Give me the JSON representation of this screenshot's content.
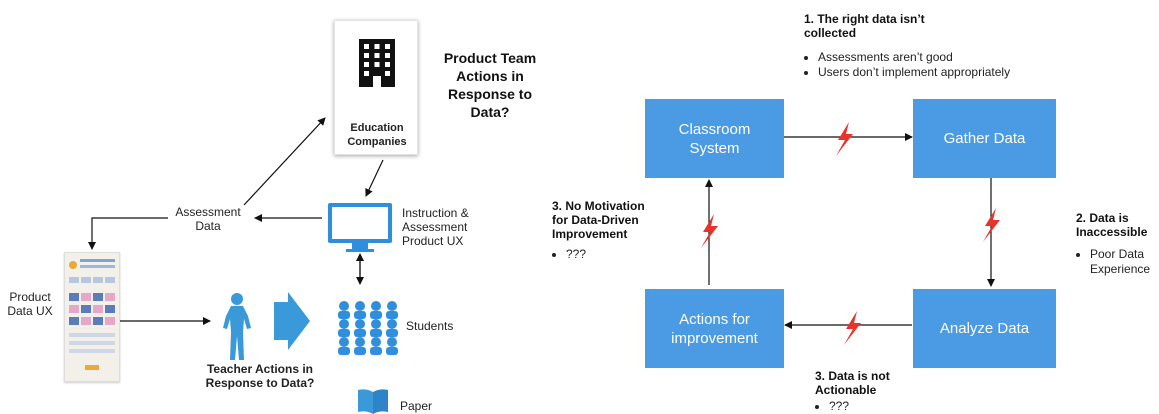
{
  "left": {
    "education_companies": "Education Companies",
    "product_team_question": "Product Team Actions in Response to Data?",
    "assessment_data": "Assessment Data",
    "instruction_ux": "Instruction & Assessment Product UX",
    "product_data_ux": "Product Data UX",
    "students": "Students",
    "teacher_question": "Teacher Actions in Response to Data?",
    "paper": "Paper"
  },
  "cycle": {
    "classroom_system": "Classroom System",
    "gather_data": "Gather Data",
    "analyze_data": "Analyze Data",
    "actions_for_improvement": "Actions for improvement"
  },
  "issues": {
    "issue1": {
      "title": "1. The right data isn’t collected",
      "bullets": [
        "Assessments aren’t good",
        "Users don’t implement appropriately"
      ]
    },
    "issue2": {
      "title": "2. Data is Inaccessible",
      "bullets": [
        "Poor Data Experience"
      ]
    },
    "issue3_bottom": {
      "title": "3. Data is not Actionable",
      "bullets": [
        "???"
      ]
    },
    "issue3_left": {
      "title": "3. No Motivation for Data-Driven Improvement",
      "bullets": [
        "???"
      ]
    }
  },
  "colors": {
    "box_blue": "#4a9ae4",
    "lightning_red": "#e8332a"
  }
}
